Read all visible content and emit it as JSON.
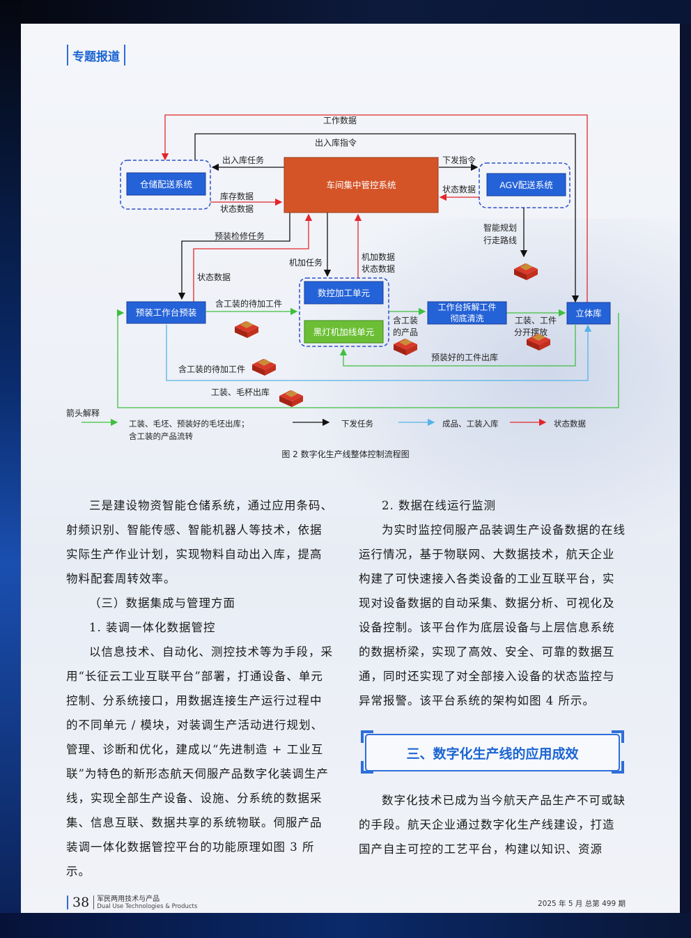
{
  "header": {
    "section": "专题报道"
  },
  "figure": {
    "caption": "图 2  数字化生产线整体控制流程图",
    "nodes": {
      "warehouse_dist": "仓储配送系统",
      "central": "车间集中管控系统",
      "agv": "AGV配送系统",
      "pre_station": "预装工作台预装",
      "cnc": "数控加工单元",
      "dark_line": "黑灯机加线单元",
      "disassemble_1": "工作台拆解工件",
      "disassemble_2": "彻底清洗",
      "stereo": "立体库"
    },
    "labels": {
      "work_data": "工作数据",
      "io_command": "出入库指令",
      "io_task": "出入库任务",
      "inv_data": "库存数据",
      "state_data_1": "状态数据",
      "issue_cmd": "下发指令",
      "state_data_2": "状态数据",
      "pre_check_task": "预装检修任务",
      "state_data_3": "状态数据",
      "machining_task": "机加任务",
      "machining_data": "机加数据",
      "state_data_4": "状态数据",
      "smart_plan_1": "智能规划",
      "smart_plan_2": "行走路线",
      "fixture_wait_1": "含工装的待加工件",
      "fixture_product_1": "含工装",
      "fixture_product_2": "的产品",
      "fixture_work_1": "工装、工件",
      "fixture_work_2": "分开摆放",
      "preinstalled_out": "预装好的工件出库",
      "fixture_wait_2": "含工装的待加工件",
      "fixture_blank_out": "工装、毛杯出库"
    },
    "legend": {
      "title": "箭头解释",
      "green_1": "工装、毛坯、预装好的毛坯出库；",
      "green_2": "含工装的产品流转",
      "black": "下发任务",
      "blue": "成品、工装入库",
      "red": "状态数据"
    },
    "colors": {
      "red": "#e3262b",
      "black": "#111111",
      "green": "#3fbf3f",
      "blue": "#55b3e6",
      "node": "#2462d8",
      "central": "#d45428",
      "dark": "#6cbf35"
    }
  },
  "left_col": [
    "三是建设物资智能仓储系统，通过应用条码、射频识别、智能传感、智能机器人等技术，依据实际生产作业计划，实现物料自动出入库，提高物料配套周转效率。",
    "（三）数据集成与管理方面",
    "1. 装调一体化数据管控",
    "以信息技术、自动化、测控技术等为手段，采用“长征云工业互联平台”部署，打通设备、单元控制、分系统接口，用数据连接生产运行过程中的不同单元 / 模块，对装调生产活动进行规划、管理、诊断和优化，建成以“先进制造 + 工业互联”为特色的新形态航天伺服产品数字化装调生产线，实现全部生产设备、设施、分系统的数据采集、信息互联、数据共享的系统物联。伺服产品装调一体化数据管控平台的功能原理如图 3 所示。"
  ],
  "right_col": [
    "2. 数据在线运行监测",
    "为实时监控伺服产品装调生产设备数据的在线运行情况，基于物联网、大数据技术，航天企业构建了可快速接入各类设备的工业互联平台，实现对设备数据的自动采集、数据分析、可视化及设备控制。该平台作为底层设备与上层信息系统的数据桥梁，实现了高效、安全、可靠的数据互通，同时还实现了对全部接入设备的状态监控与异常报警。该平台系统的架构如图 4 所示。"
  ],
  "section_heading": "三、数字化生产线的应用成效",
  "right_col_2": "数字化技术已成为当今航天产品生产不可或缺的手段。航天企业通过数字化生产线建设，打造国产自主可控的工艺平台，构建以知识、资源",
  "footer": {
    "page": "38",
    "mag_cn": "军民两用技术与产品",
    "mag_en": "Dual Use Technologies & Products",
    "issue": "2025 年 5 月   总第 499 期"
  }
}
